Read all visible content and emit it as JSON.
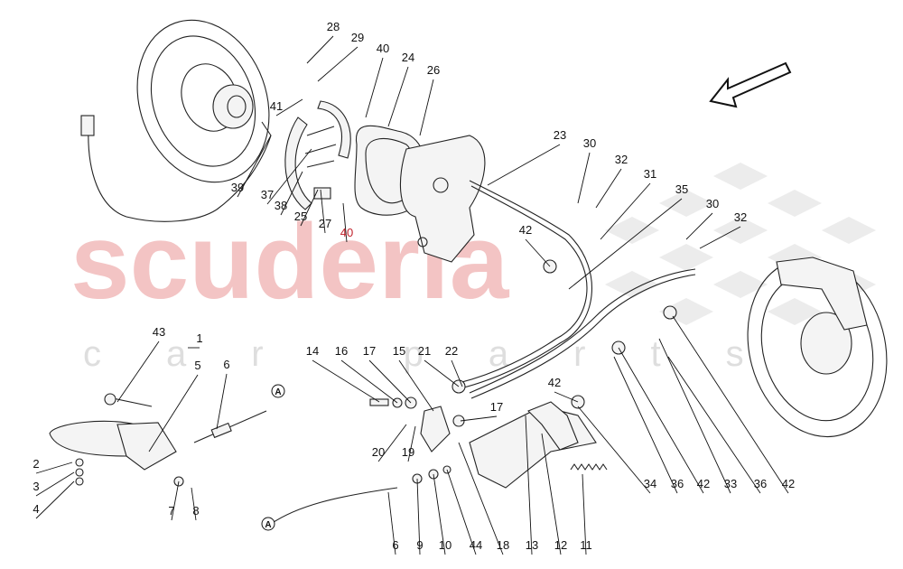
{
  "watermark": {
    "brand": "scuderia",
    "tagline": "car parts"
  },
  "cable_ref": "A",
  "callouts": [
    {
      "n": "28"
    },
    {
      "n": "29"
    },
    {
      "n": "40"
    },
    {
      "n": "24"
    },
    {
      "n": "26"
    },
    {
      "n": "41"
    },
    {
      "n": "39"
    },
    {
      "n": "37"
    },
    {
      "n": "38"
    },
    {
      "n": "25"
    },
    {
      "n": "27"
    },
    {
      "n": "40",
      "highlight": true
    },
    {
      "n": "23"
    },
    {
      "n": "30"
    },
    {
      "n": "32"
    },
    {
      "n": "31"
    },
    {
      "n": "35"
    },
    {
      "n": "42"
    },
    {
      "n": "30"
    },
    {
      "n": "32"
    },
    {
      "n": "43"
    },
    {
      "n": "1"
    },
    {
      "n": "5"
    },
    {
      "n": "6"
    },
    {
      "n": "2"
    },
    {
      "n": "3"
    },
    {
      "n": "4"
    },
    {
      "n": "7"
    },
    {
      "n": "8"
    },
    {
      "n": "14"
    },
    {
      "n": "16"
    },
    {
      "n": "17"
    },
    {
      "n": "15"
    },
    {
      "n": "21"
    },
    {
      "n": "22"
    },
    {
      "n": "17"
    },
    {
      "n": "20"
    },
    {
      "n": "19"
    },
    {
      "n": "42"
    },
    {
      "n": "6"
    },
    {
      "n": "9"
    },
    {
      "n": "10"
    },
    {
      "n": "44"
    },
    {
      "n": "18"
    },
    {
      "n": "13"
    },
    {
      "n": "12"
    },
    {
      "n": "11"
    },
    {
      "n": "34"
    },
    {
      "n": "36"
    },
    {
      "n": "42"
    },
    {
      "n": "33"
    },
    {
      "n": "36"
    },
    {
      "n": "42"
    }
  ]
}
